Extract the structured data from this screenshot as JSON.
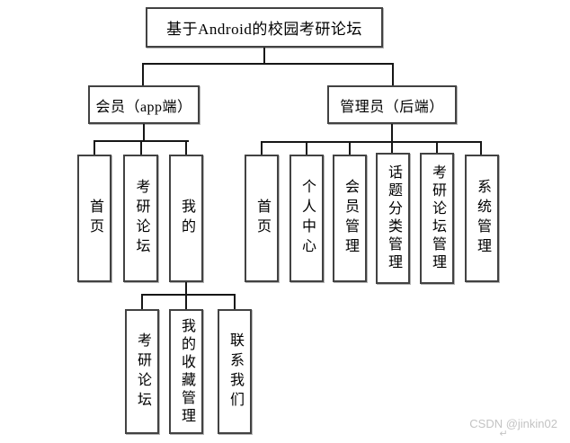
{
  "diagram": {
    "title": "基于Android的校园考研论坛",
    "branches": {
      "member": "会员（app端）",
      "admin": "管理员（后端）"
    },
    "member_children": [
      "首页",
      "考研论坛",
      "我的"
    ],
    "admin_children": [
      "首页",
      "个人中心",
      "会员管理",
      "话题分类管理",
      "考研论坛管理",
      "系统管理"
    ],
    "mine_children": [
      "考研论坛",
      "我的收藏管理",
      "联系我们"
    ]
  },
  "watermark": {
    "text": "CSDN @jinkin02",
    "symbol": "↵",
    "color": "#c3c3c3"
  },
  "colors": {
    "background": "#ffffff",
    "box_border": "#424242",
    "line": "#161616",
    "text": "#000000"
  }
}
